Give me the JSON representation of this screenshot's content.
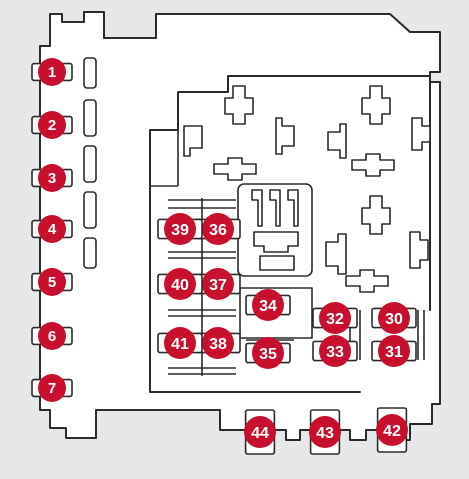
{
  "colors": {
    "background": "#e6e7e8",
    "fuse_badge": "#c8102e",
    "fuse_text": "#ffffff",
    "outline": "#2b2b2b"
  },
  "fuses": [
    {
      "id": "1",
      "label": "1"
    },
    {
      "id": "2",
      "label": "2"
    },
    {
      "id": "3",
      "label": "3"
    },
    {
      "id": "4",
      "label": "4"
    },
    {
      "id": "5",
      "label": "5"
    },
    {
      "id": "6",
      "label": "6"
    },
    {
      "id": "7",
      "label": "7"
    },
    {
      "id": "30",
      "label": "30"
    },
    {
      "id": "31",
      "label": "31"
    },
    {
      "id": "32",
      "label": "32"
    },
    {
      "id": "33",
      "label": "33"
    },
    {
      "id": "34",
      "label": "34"
    },
    {
      "id": "35",
      "label": "35"
    },
    {
      "id": "36",
      "label": "36"
    },
    {
      "id": "37",
      "label": "37"
    },
    {
      "id": "38",
      "label": "38"
    },
    {
      "id": "39",
      "label": "39"
    },
    {
      "id": "40",
      "label": "40"
    },
    {
      "id": "41",
      "label": "41"
    },
    {
      "id": "42",
      "label": "42"
    },
    {
      "id": "43",
      "label": "43"
    },
    {
      "id": "44",
      "label": "44"
    }
  ]
}
